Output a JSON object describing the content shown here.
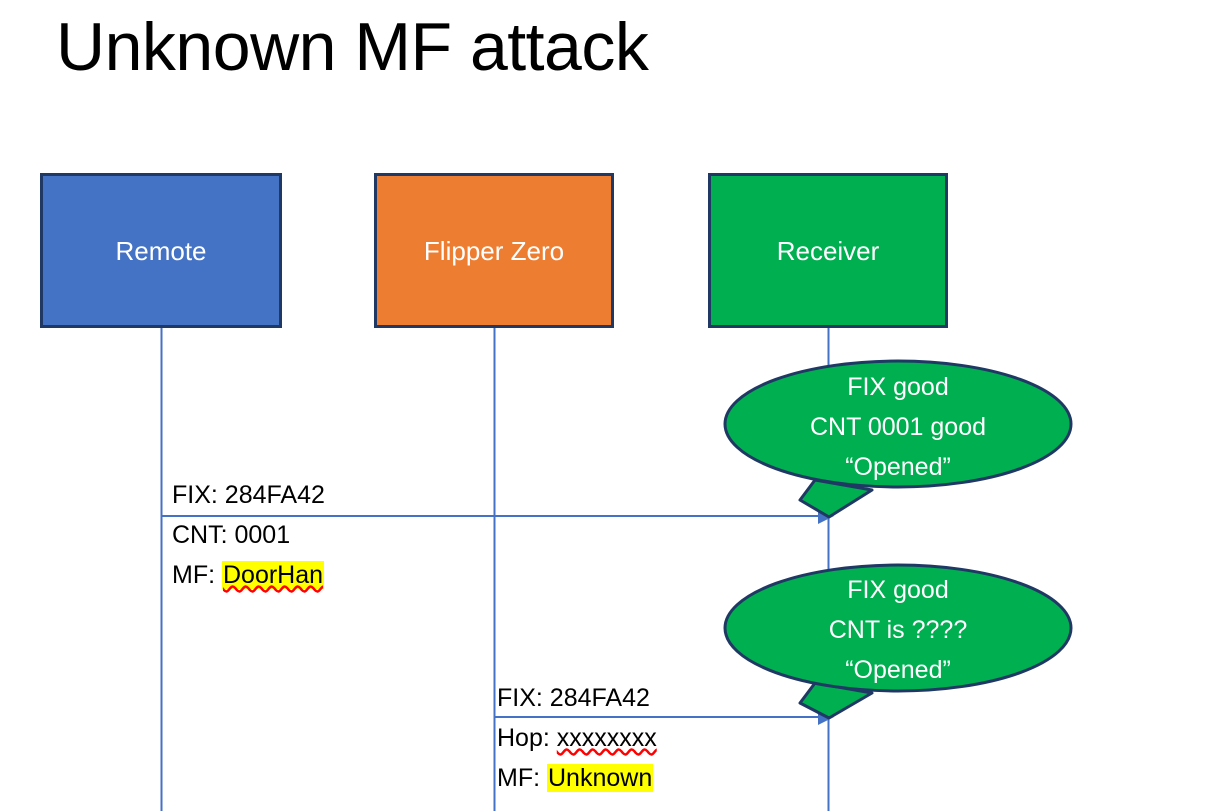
{
  "slide": {
    "title": "Unknown MF attack",
    "background": "#FFFFFF"
  },
  "colors": {
    "remote_fill": "#4472C4",
    "flipper_fill": "#ED7D31",
    "receiver_fill": "#00AF50",
    "box_border": "#1F3864",
    "bubble_fill": "#00AF50",
    "bubble_border": "#1F3864",
    "lifeline": "#4472C4",
    "arrow": "#4472C4",
    "highlight": "#FFFF00",
    "spellcheck_underline": "#FF0000",
    "text_dark": "#000000",
    "text_light": "#FFFFFF"
  },
  "actors": [
    {
      "id": "remote",
      "label": "Remote"
    },
    {
      "id": "flipper",
      "label": "Flipper Zero"
    },
    {
      "id": "receiver",
      "label": "Receiver"
    }
  ],
  "messages": [
    {
      "id": "msg1",
      "from": "remote",
      "to": "receiver",
      "lines": [
        {
          "label": "FIX: ",
          "value": "284FA42",
          "highlight": false,
          "spellcheck": false
        },
        {
          "label": "CNT: ",
          "value": "0001",
          "highlight": false,
          "spellcheck": false
        },
        {
          "label": "MF: ",
          "value": "DoorHan",
          "highlight": true,
          "spellcheck": true
        }
      ]
    },
    {
      "id": "msg2",
      "from": "flipper",
      "to": "receiver",
      "lines": [
        {
          "label": "FIX: ",
          "value": "284FA42",
          "highlight": false,
          "spellcheck": false
        },
        {
          "label": "Hop: ",
          "value": "xxxxxxxx",
          "highlight": false,
          "spellcheck": true
        },
        {
          "label": "MF: ",
          "value": "Unknown",
          "highlight": true,
          "spellcheck": false
        }
      ]
    }
  ],
  "callouts": [
    {
      "id": "bubble1",
      "anchor": "msg1",
      "lines": [
        "FIX good",
        "CNT 0001 good",
        "“Opened”"
      ]
    },
    {
      "id": "bubble2",
      "anchor": "msg2",
      "lines": [
        "FIX good",
        "CNT is ????",
        "“Opened”"
      ]
    }
  ]
}
